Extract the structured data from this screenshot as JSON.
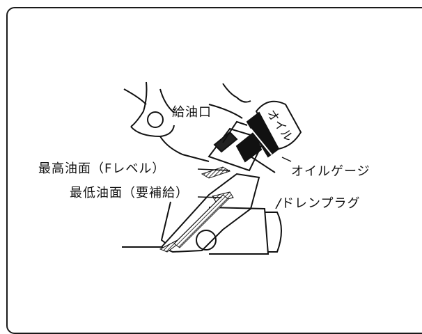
{
  "diagram": {
    "labels": {
      "fill_port": "給油口",
      "max_level": "最高油面（Fレベル）",
      "min_level": "最低油面（要補給）",
      "oil_gauge": "オイルゲージ",
      "drain_plug": "ドレンプラグ",
      "cap_text": "オイル"
    },
    "colors": {
      "line": "#111111",
      "oil_hatch": "#444444",
      "frame": "#1a1a1a"
    }
  }
}
